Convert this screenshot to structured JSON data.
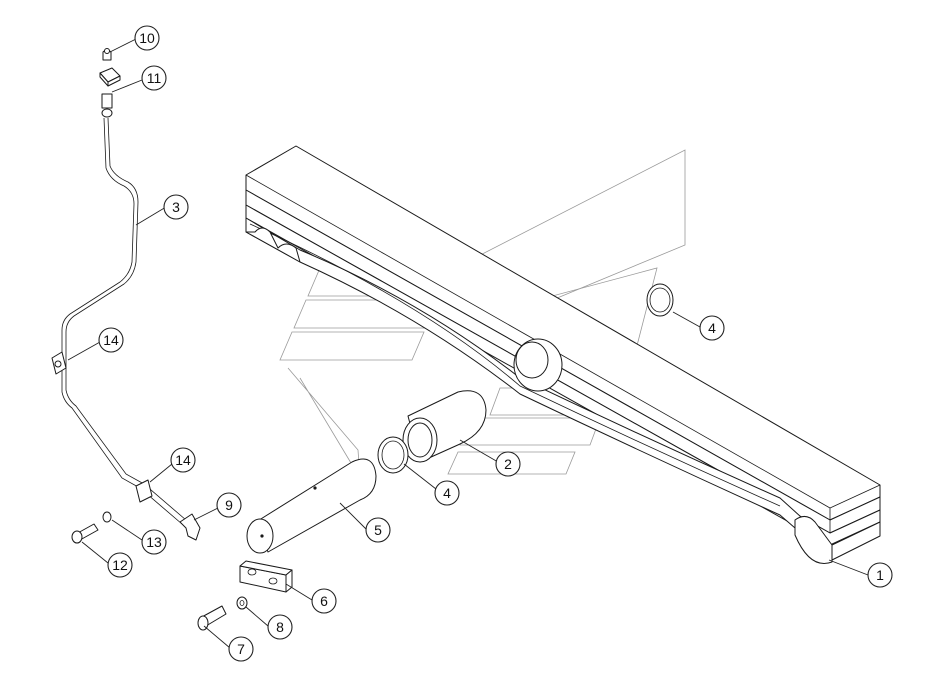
{
  "callouts": [
    {
      "id": "c1",
      "label": "1"
    },
    {
      "id": "c2",
      "label": "2"
    },
    {
      "id": "c3",
      "label": "3"
    },
    {
      "id": "c4a",
      "label": "4"
    },
    {
      "id": "c4b",
      "label": "4"
    },
    {
      "id": "c5",
      "label": "5"
    },
    {
      "id": "c6",
      "label": "6"
    },
    {
      "id": "c7",
      "label": "7"
    },
    {
      "id": "c8",
      "label": "8"
    },
    {
      "id": "c9",
      "label": "9"
    },
    {
      "id": "c10",
      "label": "10"
    },
    {
      "id": "c11",
      "label": "11"
    },
    {
      "id": "c12",
      "label": "12"
    },
    {
      "id": "c13",
      "label": "13"
    },
    {
      "id": "c14a",
      "label": "14"
    },
    {
      "id": "c14b",
      "label": "14"
    }
  ],
  "colors": {
    "line": "#1a1a1a",
    "watermark": "#9a9a9a",
    "background": "#ffffff"
  }
}
